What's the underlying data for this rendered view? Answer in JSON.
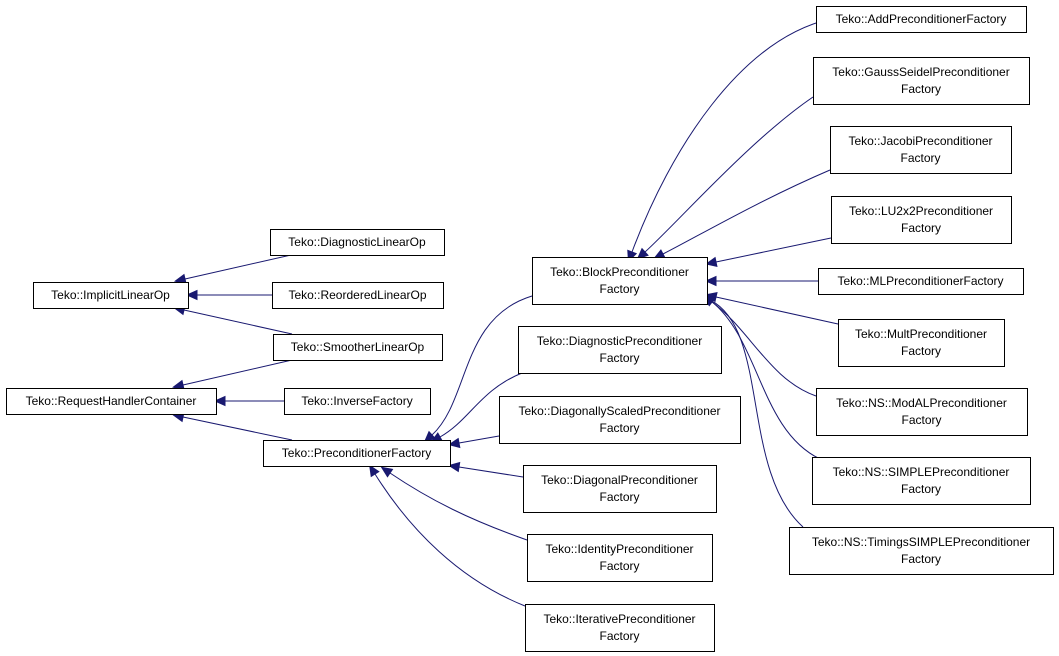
{
  "colors": {
    "edge": "#191970",
    "node_border": "#000000",
    "node_fill": "#ffffff",
    "background": "#ffffff"
  },
  "nodes": {
    "implicit_linear_op": [
      "Teko::ImplicitLinearOp"
    ],
    "request_handler_container": [
      "Teko::RequestHandlerContainer"
    ],
    "diagnostic_linear_op": [
      "Teko::DiagnosticLinearOp"
    ],
    "reordered_linear_op": [
      "Teko::ReorderedLinearOp"
    ],
    "smoother_linear_op": [
      "Teko::SmootherLinearOp"
    ],
    "inverse_factory": [
      "Teko::InverseFactory"
    ],
    "preconditioner_factory": [
      "Teko::PreconditionerFactory"
    ],
    "block_preconditioner_factory": [
      "Teko::BlockPreconditioner",
      "Factory"
    ],
    "diagnostic_preconditioner_factory": [
      "Teko::DiagnosticPreconditioner",
      "Factory"
    ],
    "diagonally_scaled_preconditioner_factory": [
      "Teko::DiagonallyScaledPreconditioner",
      "Factory"
    ],
    "diagonal_preconditioner_factory": [
      "Teko::DiagonalPreconditioner",
      "Factory"
    ],
    "identity_preconditioner_factory": [
      "Teko::IdentityPreconditioner",
      "Factory"
    ],
    "iterative_preconditioner_factory": [
      "Teko::IterativePreconditioner",
      "Factory"
    ],
    "add_preconditioner_factory": [
      "Teko::AddPreconditionerFactory"
    ],
    "gauss_seidel_preconditioner_factory": [
      "Teko::GaussSeidelPreconditioner",
      "Factory"
    ],
    "jacobi_preconditioner_factory": [
      "Teko::JacobiPreconditioner",
      "Factory"
    ],
    "lu2x2_preconditioner_factory": [
      "Teko::LU2x2Preconditioner",
      "Factory"
    ],
    "ml_preconditioner_factory": [
      "Teko::MLPreconditionerFactory"
    ],
    "mult_preconditioner_factory": [
      "Teko::MultPreconditioner",
      "Factory"
    ],
    "ns_mod_al_preconditioner_factory": [
      "Teko::NS::ModALPreconditioner",
      "Factory"
    ],
    "ns_simple_preconditioner_factory": [
      "Teko::NS::SIMPLEPreconditioner",
      "Factory"
    ],
    "ns_timings_simple_preconditioner_factory": [
      "Teko::NS::TimingsSIMPLEPreconditioner",
      "Factory"
    ]
  },
  "edges": [
    {
      "from": "diagnostic_linear_op",
      "to": "implicit_linear_op"
    },
    {
      "from": "reordered_linear_op",
      "to": "implicit_linear_op"
    },
    {
      "from": "smoother_linear_op",
      "to": "implicit_linear_op"
    },
    {
      "from": "smoother_linear_op",
      "to": "request_handler_container"
    },
    {
      "from": "inverse_factory",
      "to": "request_handler_container"
    },
    {
      "from": "preconditioner_factory",
      "to": "request_handler_container"
    },
    {
      "from": "block_preconditioner_factory",
      "to": "preconditioner_factory"
    },
    {
      "from": "diagnostic_preconditioner_factory",
      "to": "preconditioner_factory"
    },
    {
      "from": "diagonally_scaled_preconditioner_factory",
      "to": "preconditioner_factory"
    },
    {
      "from": "diagonal_preconditioner_factory",
      "to": "preconditioner_factory"
    },
    {
      "from": "identity_preconditioner_factory",
      "to": "preconditioner_factory"
    },
    {
      "from": "iterative_preconditioner_factory",
      "to": "preconditioner_factory"
    },
    {
      "from": "add_preconditioner_factory",
      "to": "block_preconditioner_factory"
    },
    {
      "from": "gauss_seidel_preconditioner_factory",
      "to": "block_preconditioner_factory"
    },
    {
      "from": "jacobi_preconditioner_factory",
      "to": "block_preconditioner_factory"
    },
    {
      "from": "lu2x2_preconditioner_factory",
      "to": "block_preconditioner_factory"
    },
    {
      "from": "ml_preconditioner_factory",
      "to": "block_preconditioner_factory"
    },
    {
      "from": "mult_preconditioner_factory",
      "to": "block_preconditioner_factory"
    },
    {
      "from": "ns_mod_al_preconditioner_factory",
      "to": "block_preconditioner_factory"
    },
    {
      "from": "ns_simple_preconditioner_factory",
      "to": "block_preconditioner_factory"
    },
    {
      "from": "ns_timings_simple_preconditioner_factory",
      "to": "block_preconditioner_factory"
    }
  ]
}
